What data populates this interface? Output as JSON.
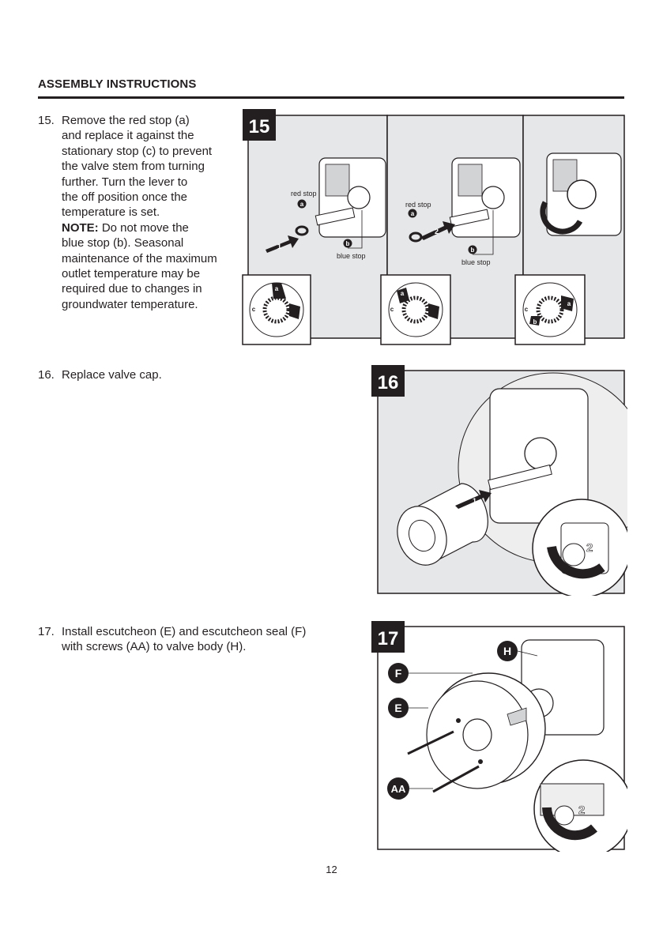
{
  "header": {
    "title": "ASSEMBLY INSTRUCTIONS"
  },
  "steps": [
    {
      "number": "15.",
      "text_lines": [
        "Remove the red stop (a)",
        "and replace it against the",
        "stationary stop (c) to prevent",
        "the valve stem from turning",
        "further. Turn the lever to",
        "the off position once the",
        "temperature is set."
      ],
      "note_label": "NOTE:",
      "note_lines": [
        " Do not move the",
        "blue stop (b). Seasonal",
        "maintenance of the maximum",
        "outlet temperature may be",
        "required due to changes in",
        "groundwater temperature."
      ]
    },
    {
      "number": "16.",
      "text_lines": [
        "Replace valve cap."
      ]
    },
    {
      "number": "17.",
      "text_lines": [
        "Install escutcheon (E) and escutcheon seal (F)",
        "with screws (AA) to valve body (H)."
      ]
    }
  ],
  "figures": {
    "fig15": {
      "badge": "15",
      "labels": {
        "red_stop": "red stop",
        "blue_stop": "blue stop",
        "a": "a",
        "b": "b",
        "c": "c",
        "arrow1": "1",
        "arrow2": "2"
      }
    },
    "fig16": {
      "badge": "16",
      "labels": {
        "arrow1": "1",
        "arrow2": "2"
      }
    },
    "fig17": {
      "badge": "17",
      "labels": {
        "H": "H",
        "F": "F",
        "E": "E",
        "AA": "AA",
        "arrow2": "2"
      }
    }
  },
  "footer": {
    "page_number": "12"
  }
}
